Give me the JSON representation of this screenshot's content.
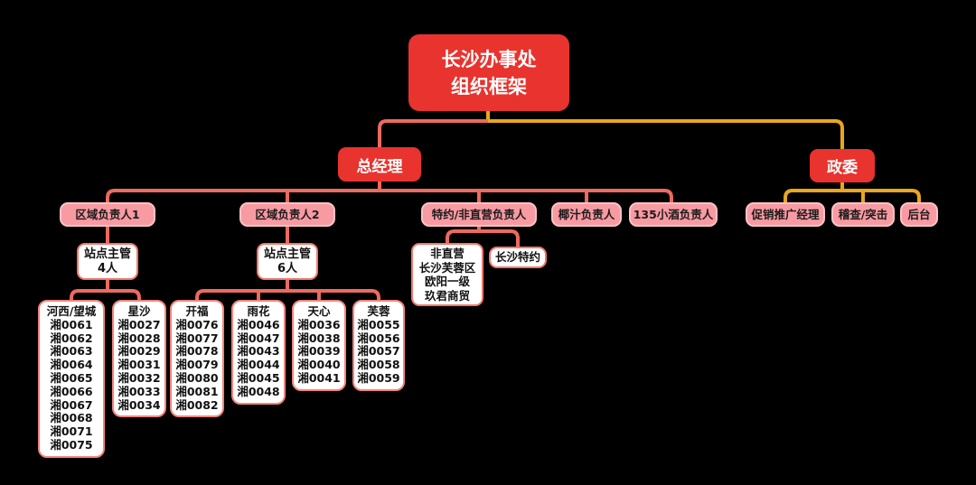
{
  "title": "长沙办事处\n组织框架",
  "nodes": {
    "general_manager": "总经理",
    "commissar": "政委",
    "region1": "区域负责人1",
    "region2": "区域负责人2",
    "special_nondirect_lead": "特约/非直营负责人",
    "coconut_lead": "椰汁负责人",
    "liquor135_lead": "135小酒负责人",
    "promo_manager": "促销推广经理",
    "inspection": "稽查/突击",
    "back_office": "后台",
    "supervisor4": "站点主管\n4人",
    "supervisor6": "站点主管\n6人",
    "non_direct_detail": "非直营\n长沙芙蓉区\n欧阳一级\n玖君商贸",
    "changsha_special": "长沙特约"
  },
  "stations": {
    "hexi_wangcheng": {
      "title": "河西/望城",
      "items": [
        "湘0061",
        "湘0062",
        "湘0063",
        "湘0064",
        "湘0065",
        "湘0066",
        "湘0067",
        "湘0068",
        "湘0071",
        "湘0075"
      ]
    },
    "xingsha": {
      "title": "星沙",
      "items": [
        "湘0027",
        "湘0028",
        "湘0029",
        "湘0031",
        "湘0032",
        "湘0033",
        "湘0034"
      ]
    },
    "kaifu": {
      "title": "开福",
      "items": [
        "湘0076",
        "湘0077",
        "湘0078",
        "湘0079",
        "湘0080",
        "湘0081",
        "湘0082"
      ]
    },
    "yuhua": {
      "title": "雨花",
      "items": [
        "湘0046",
        "湘0047",
        "湘0043",
        "湘0044",
        "湘0045",
        "湘0048"
      ]
    },
    "tianxin": {
      "title": "天心",
      "items": [
        "湘0036",
        "湘0038",
        "湘0039",
        "湘0040",
        "湘0041"
      ]
    },
    "furong": {
      "title": "芙蓉",
      "items": [
        "湘0055",
        "湘0056",
        "湘0057",
        "湘0058",
        "湘0059"
      ]
    }
  },
  "colors": {
    "background": "#000000",
    "red_node": "#e8332e",
    "pink_node": "#f89aa2",
    "pink_node_border": "#fcc3c7",
    "white_node_border": "#f0776c",
    "salmon_line": "#ed6a5f",
    "gold_line": "#eaa61c"
  }
}
